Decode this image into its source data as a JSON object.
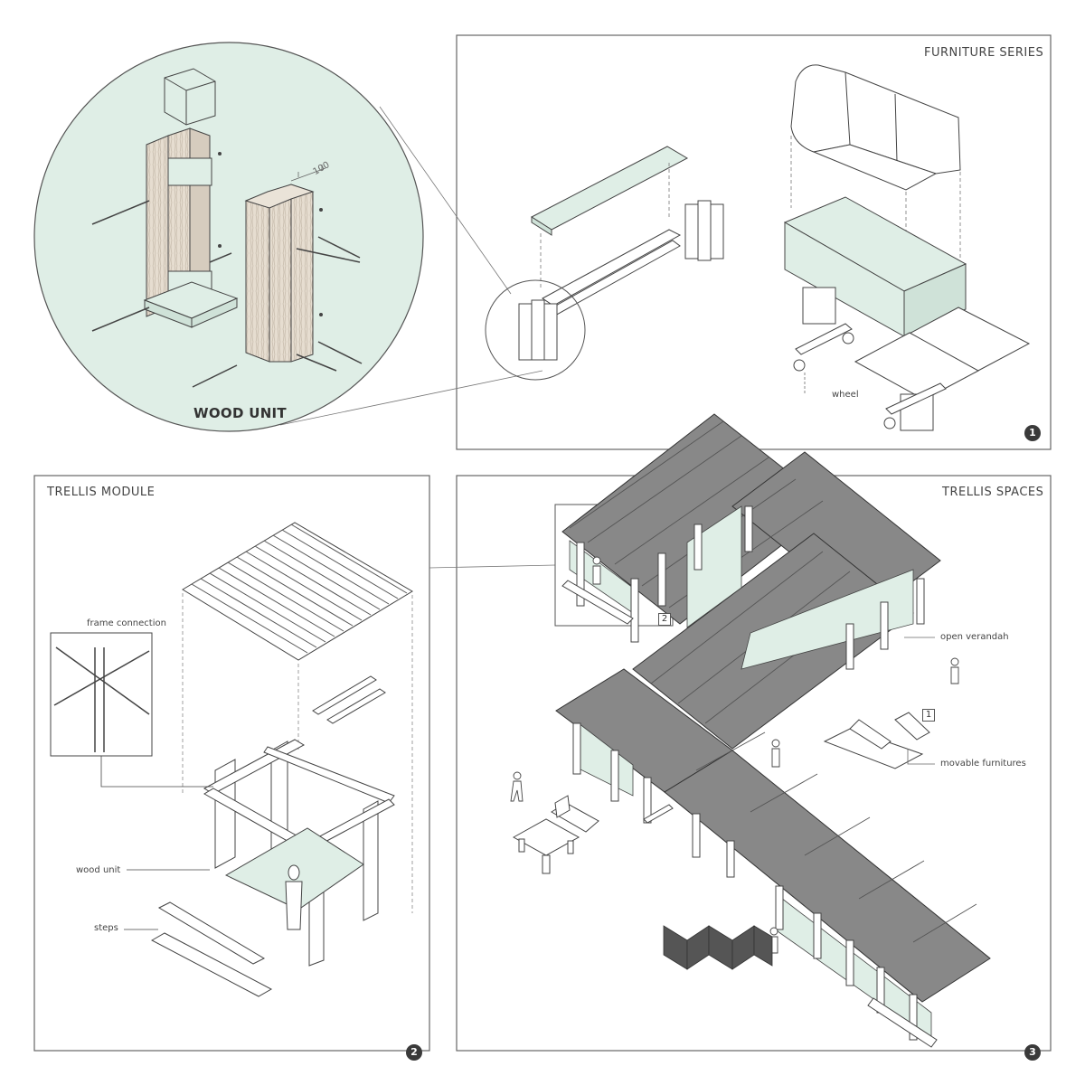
{
  "panels": {
    "furniture": {
      "title": "FURNITURE SERIES",
      "number": "1",
      "wheel_note": "wheel"
    },
    "detail": {
      "title": "WOOD UNIT",
      "dimension": "100"
    },
    "module": {
      "title": "TRELLIS MODULE",
      "number": "2",
      "frame_note": "frame connection",
      "wood_note": "wood unit",
      "steps_note": "steps"
    },
    "spaces": {
      "title": "TRELLIS SPACES",
      "number": "3",
      "inset_number": "2",
      "ref_number": "1",
      "verandah_note": "open verandah",
      "furniture_note": "movable furnitures"
    }
  },
  "colors": {
    "mint": "#dfeee6",
    "wood": "#e8e0d4",
    "line": "#3a3a3a",
    "roof": "#777777"
  }
}
